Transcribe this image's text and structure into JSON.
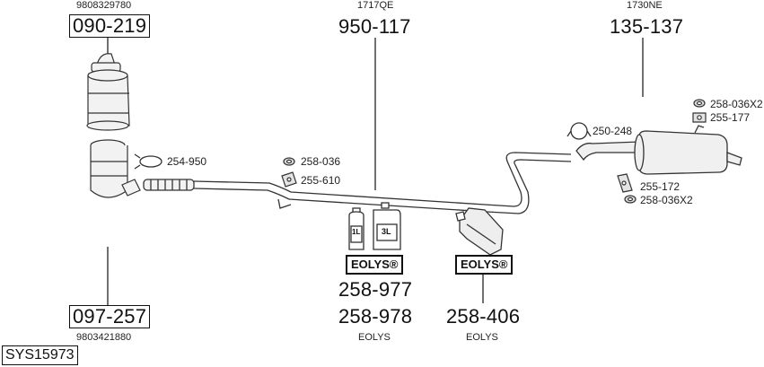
{
  "parts": {
    "dpf_top": {
      "ref": "9808329780",
      "number": "090-219"
    },
    "cat_bottom": {
      "ref": "9803421880",
      "number": "097-257"
    },
    "mid_pipe": {
      "ref": "1717QE",
      "number": "950-117"
    },
    "rear_silencer": {
      "ref": "1730NE",
      "number": "135-137"
    },
    "eolys_fluid": {
      "number_1": "258-977",
      "number_2": "258-978",
      "caption": "EOLYS"
    },
    "eolys_tank": {
      "number": "258-406",
      "caption": "EOLYS"
    }
  },
  "small_labels": {
    "clamp_front": "254-950",
    "rubber_1": "258-036",
    "bracket_1": "255-610",
    "clamp_rear": "250-248",
    "rubber_top": "258-036X2",
    "bracket_top": "255-177",
    "bracket_bottom": "255-172",
    "rubber_bottom": "258-036X2"
  },
  "bottles": {
    "small": "1L",
    "large": "3L"
  },
  "brand": {
    "eolys": "EOLYS®"
  },
  "system": {
    "id": "SYS15973"
  }
}
